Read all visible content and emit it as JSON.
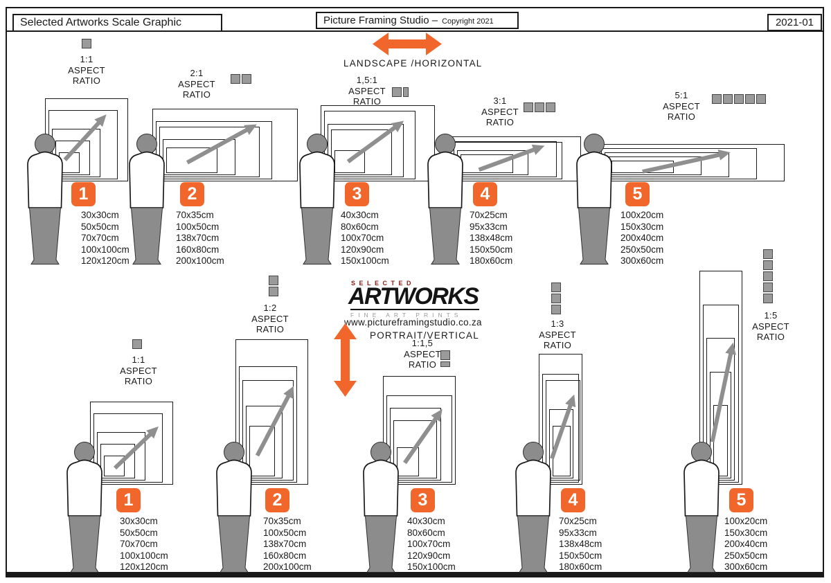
{
  "header": {
    "title": "Selected Artworks Scale Graphic",
    "studio_name": "Picture Framing Studio –",
    "copyright": "Copyright 2021",
    "version": "2021-01"
  },
  "center": {
    "landscape_label": "LANDSCAPE /HORIZONTAL",
    "logo_top": "SELECTED",
    "logo_main": "ARTWORKS",
    "logo_sub": "FINE ART PRINTS",
    "website": "www.pictureframingstudio.co.za",
    "portrait_label": "PORTRAIT/VERTICAL"
  },
  "labels": {
    "aspect": "ASPECT",
    "ratio": "RATIO"
  },
  "landscape_groups": [
    {
      "num": "1",
      "ratio": "1:1",
      "squares": 1,
      "sizes": [
        "30x30cm",
        "50x50cm",
        "70x70cm",
        "100x100cm",
        "120x120cm"
      ]
    },
    {
      "num": "2",
      "ratio": "2:1",
      "squares": 2,
      "sizes": [
        "70x35cm",
        "100x50cm",
        "138x70cm",
        "160x80cm",
        "200x100cm"
      ]
    },
    {
      "num": "3",
      "ratio": "1,5:1",
      "squares": 1.5,
      "sizes": [
        "40x30cm",
        "80x60cm",
        "100x70cm",
        "120x90cm",
        "150x100cm"
      ]
    },
    {
      "num": "4",
      "ratio": "3:1",
      "squares": 3,
      "sizes": [
        "70x25cm",
        "95x33cm",
        "138x48cm",
        "150x50cm",
        "180x60cm"
      ]
    },
    {
      "num": "5",
      "ratio": "5:1",
      "squares": 5,
      "sizes": [
        "100x20cm",
        "150x30cm",
        "200x40cm",
        "250x50cm",
        "300x60cm"
      ]
    }
  ],
  "portrait_groups": [
    {
      "num": "1",
      "ratio": "1:1",
      "squares": 1,
      "sizes": [
        "30x30cm",
        "50x50cm",
        "70x70cm",
        "100x100cm",
        "120x120cm"
      ]
    },
    {
      "num": "2",
      "ratio": "1:2",
      "squares": 2,
      "sizes": [
        "70x35cm",
        "100x50cm",
        "138x70cm",
        "160x80cm",
        "200x100cm"
      ]
    },
    {
      "num": "3",
      "ratio": "1:1,5",
      "squares": 1.5,
      "sizes": [
        "40x30cm",
        "80x60cm",
        "100x70cm",
        "120x90cm",
        "150x100cm"
      ]
    },
    {
      "num": "4",
      "ratio": "1:3",
      "squares": 3,
      "sizes": [
        "70x25cm",
        "95x33cm",
        "138x48cm",
        "150x50cm",
        "180x60cm"
      ]
    },
    {
      "num": "5",
      "ratio": "1:5",
      "squares": 5,
      "sizes": [
        "100x20cm",
        "150x30cm",
        "200x40cm",
        "250x50cm",
        "300x60cm"
      ]
    }
  ],
  "colors": {
    "orange": "#F1662A",
    "gray": "#8F8F8F",
    "ink": "#191919",
    "logo_red": "#8B1A12"
  }
}
